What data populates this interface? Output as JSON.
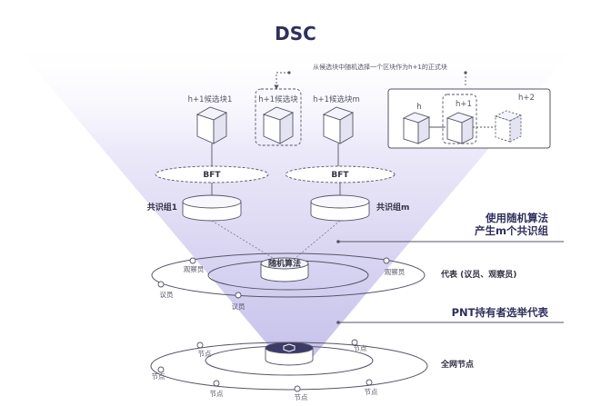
{
  "title": "DSC",
  "selection_note": "从候选块中随机选择一个区块作为h+1的正式块",
  "candidates": {
    "c1": "h+1候选块1",
    "c2": "h+1候选块",
    "cm": "h+1候选块m"
  },
  "chain": {
    "h": "h",
    "h1": "h+1",
    "h2": "h+2"
  },
  "bft": "BFT",
  "groups": {
    "g1": "共识组1",
    "gm": "共识组m"
  },
  "random_algo": "随机算法",
  "notes": {
    "random_line1": "使用随机算法",
    "random_line2": "产生m个共识组",
    "pnt": "PNT持有者选举代表"
  },
  "rings": {
    "representatives": "代表 (议员、观察员)",
    "all_nodes": "全网节点"
  },
  "node_labels": {
    "observer": "观察员",
    "councilor": "议员",
    "node": "节点"
  },
  "colors": {
    "title": "#2f2f5e",
    "beam": "#c9c5ec",
    "ring": "#555566"
  }
}
